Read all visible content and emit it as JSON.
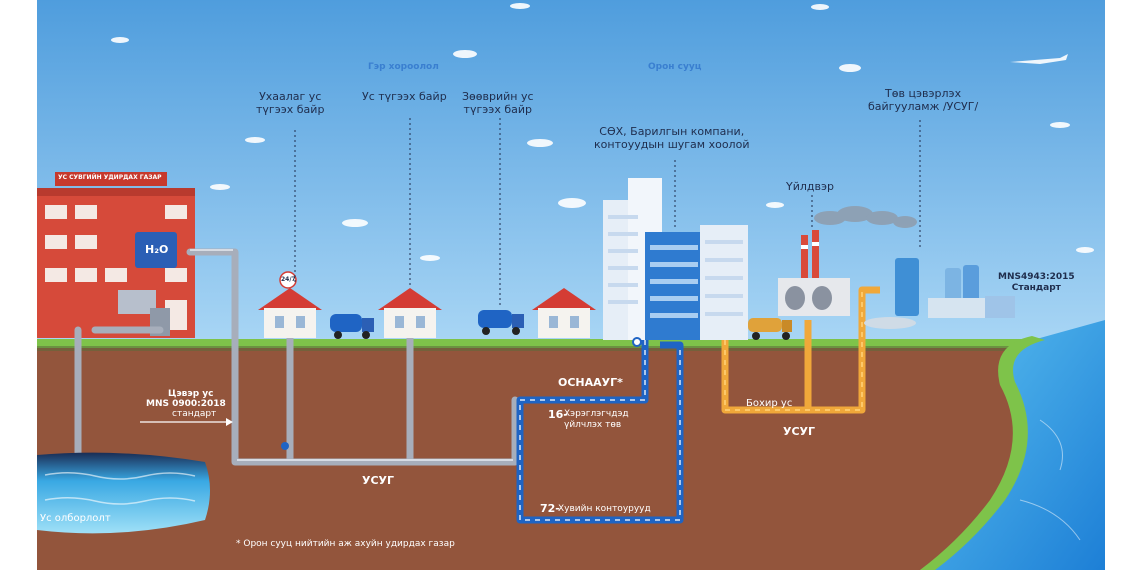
{
  "header": {
    "ger_district": "Гэр хороолол",
    "apartments": "Орон сууц"
  },
  "facility_labels": {
    "kiosk_piped": "Ухаалаг ус\nтүгээх байр",
    "kiosk": "Ус түгээх байр",
    "kiosk_mobile": "Зөөврийн ус\nтүгээх байр",
    "apartment_companies": "СӨХ, Барилгын компани,\nконтоуудын шугам хоолой",
    "factory": "Үйлдвэр",
    "treatment_plant": "Төв цэвэрлэх\nбайгууламж /УСУГ/",
    "utility_sign": "УС СУВГИЙН УДИРДАХ ГАЗАР",
    "tank_label": "H₂O",
    "clock_badge": "24/7",
    "standard_right": "MNS4943:2015\nСтандарт"
  },
  "underground": {
    "clean_water": "Цэвэр ус",
    "clean_standard": "MNS 0900:2018",
    "clean_standard_word": "стандарт",
    "usug_main": "УСУГ",
    "osnaaug": "ОСНААУГ*",
    "service_centers_num": "16-",
    "service_centers_text": "Хэрэглэгчдэд\nүйлчлэх төв",
    "contours_num": "72-",
    "contours_text": "Хувийн контоурууд",
    "sewage": "Бохир ус",
    "usug_sewage": "УСУГ",
    "intake": "Ус олборлолт",
    "footnote": "*  Орон сууц нийтийн аж ахуйн удирдах газар"
  },
  "colors": {
    "sky": "#6fb1e4",
    "soil": "#93553c",
    "grass": "#7ec34a",
    "clean_pipe": "#9aa3b3",
    "blue_pipe": "#1f64c4",
    "sewage_pipe": "#f0a83a",
    "river": "#38a3e6"
  }
}
